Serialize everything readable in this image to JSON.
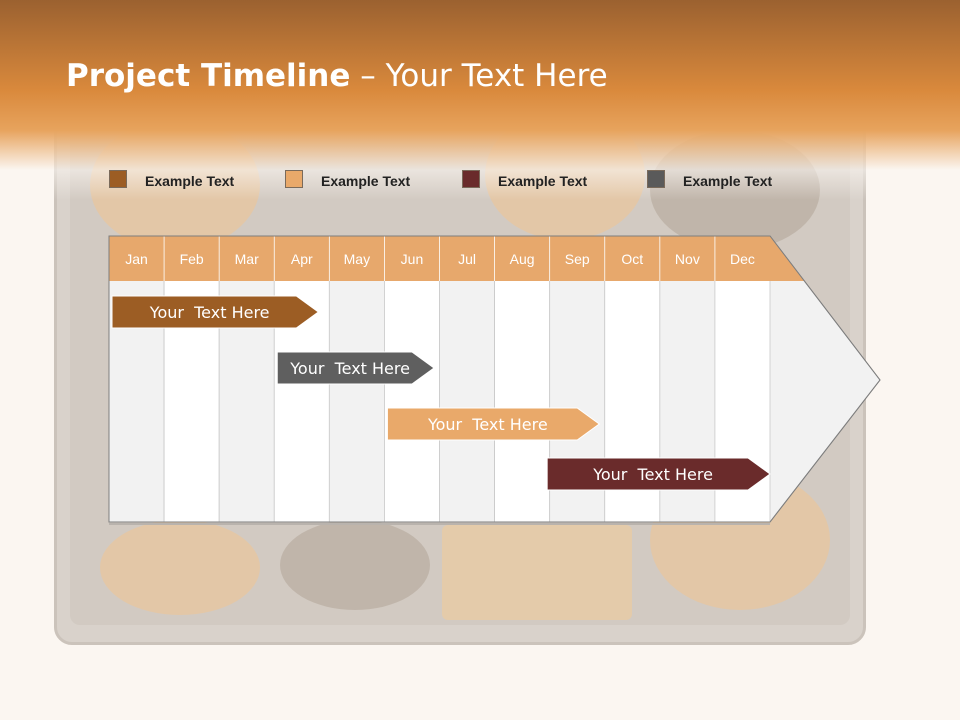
{
  "title": {
    "bold": "Project Timeline",
    "rest": " – Your Text Here"
  },
  "colors": {
    "header": "#d9893c",
    "month_header": "#e7a86c",
    "col_light": "#f2f2f2",
    "col_white": "#ffffff"
  },
  "legend": [
    {
      "label": "Example Text",
      "color": "#9c5d24"
    },
    {
      "label": "Example Text",
      "color": "#e9a96a"
    },
    {
      "label": "Example Text",
      "color": "#6a2b2b"
    },
    {
      "label": "Example Text",
      "color": "#5a5a5a"
    }
  ],
  "months": [
    "Jan",
    "Feb",
    "Mar",
    "Apr",
    "May",
    "Jun",
    "Jul",
    "Aug",
    "Sep",
    "Oct",
    "Nov",
    "Dec"
  ],
  "bars": [
    {
      "label": "Your  Text Here",
      "color": "#9c5d24",
      "start_month": 0,
      "end_month": 3.8
    },
    {
      "label": "Your  Text Here",
      "color": "#5f5f5f",
      "start_month": 3.0,
      "end_month": 5.9
    },
    {
      "label": "Your  Text Here",
      "color": "#e9a96a",
      "start_month": 5.0,
      "end_month": 8.9
    },
    {
      "label": "Your  Text Here",
      "color": "#6a2b2b",
      "start_month": 7.9,
      "end_month": 12.0
    }
  ]
}
